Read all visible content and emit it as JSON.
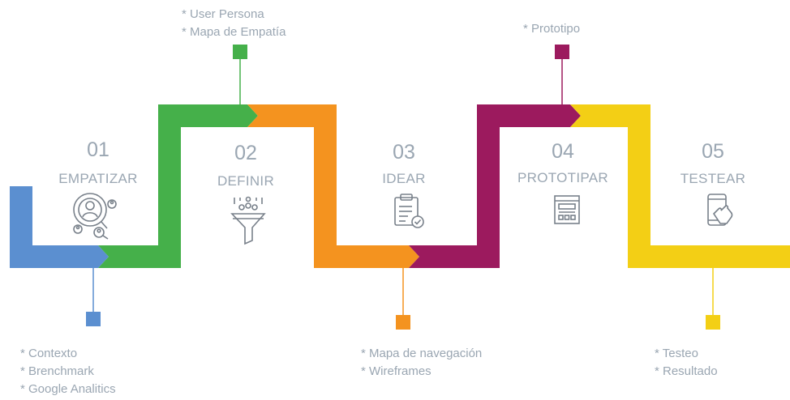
{
  "colors": {
    "blue": "#5b8fd0",
    "green": "#45b04a",
    "orange": "#f4931f",
    "magenta": "#9c1a5e",
    "yellow": "#f3cf15",
    "icon": "#78808a",
    "text": "#9aa6b2"
  },
  "stages": [
    {
      "number": "01",
      "label": "EMPATIZAR",
      "icon": "user-search-icon"
    },
    {
      "number": "02",
      "label": "DEFINIR",
      "icon": "funnel-icon"
    },
    {
      "number": "03",
      "label": "IDEAR",
      "icon": "clipboard-check-icon"
    },
    {
      "number": "04",
      "label": "PROTOTIPAR",
      "icon": "wireframe-icon"
    },
    {
      "number": "05",
      "label": "TESTEAR",
      "icon": "touch-phone-icon"
    }
  ],
  "notes": {
    "empatizar": [
      "* Contexto",
      "* Brenchmark",
      "* Google Analitics"
    ],
    "definir": [
      "* User Persona",
      "* Mapa de Empatía"
    ],
    "idear": [
      "* Mapa de navegación",
      "* Wireframes"
    ],
    "prototipar": [
      "* Prototipo"
    ],
    "testear": [
      "* Testeo",
      "* Resultado"
    ]
  }
}
